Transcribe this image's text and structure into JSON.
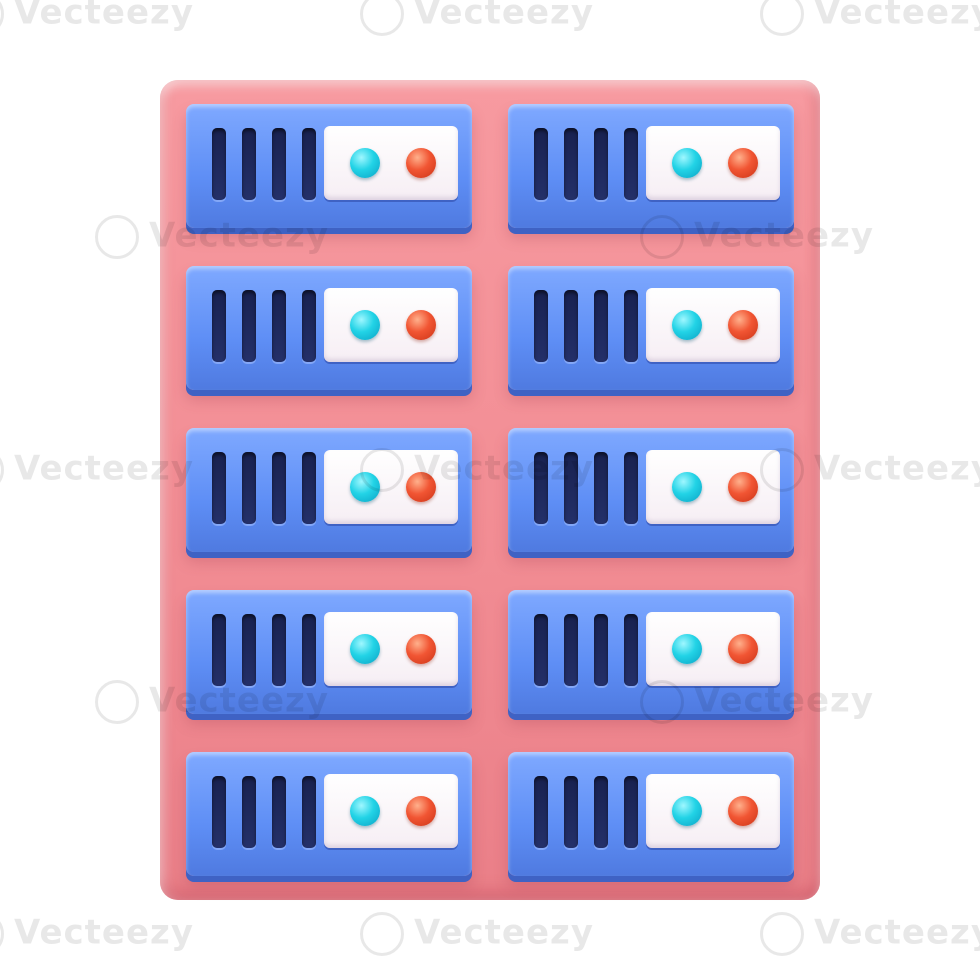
{
  "icon": {
    "name": "server-rack",
    "rows": 5,
    "columns": 2,
    "vent_slots_per_unit": 4,
    "colors": {
      "rack_body": "#f28d94",
      "server_unit": "#5e8ef5",
      "vent_slot": "#1c275c",
      "status_panel": "#fbf4f8",
      "led_cyan": "#22d3e6",
      "led_red": "#f15533"
    }
  },
  "watermark": {
    "text": "Vecteezy"
  }
}
